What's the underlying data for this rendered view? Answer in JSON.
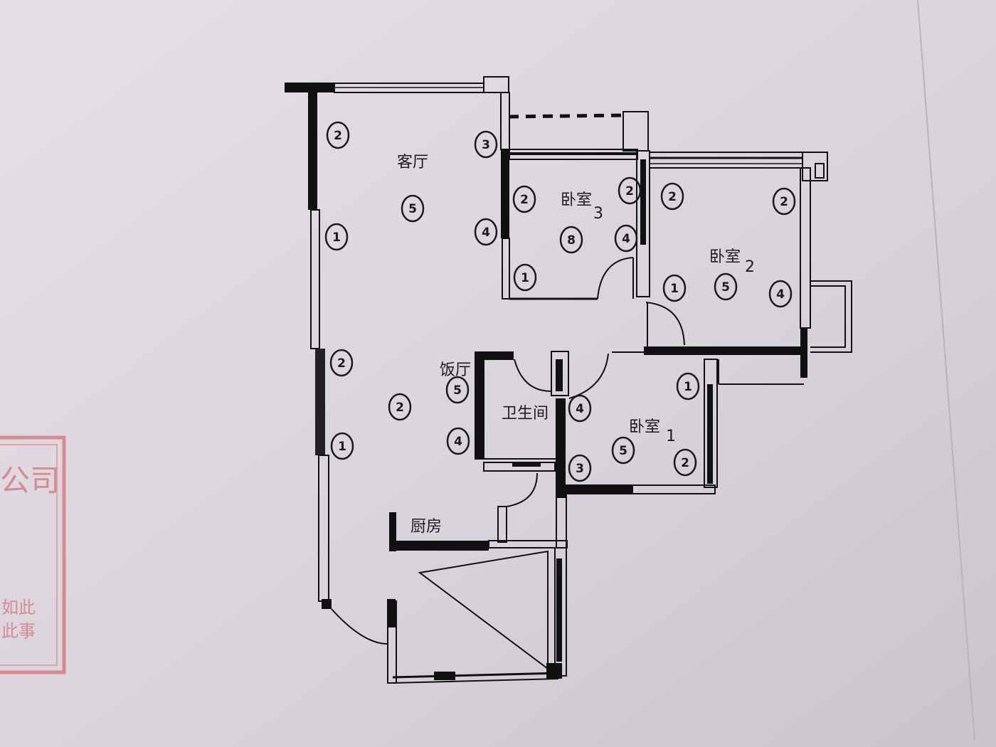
{
  "rooms": {
    "living": "客厅",
    "bedroom3": "卧室",
    "bedroom3_num": "3",
    "bedroom2": "卧室",
    "bedroom2_num": "2",
    "dining": "饭厅",
    "bathroom": "卫生间",
    "bedroom1": "卧室",
    "bedroom1_num": "1",
    "kitchen": "厨房"
  },
  "stamp": {
    "text": "公司",
    "line2": "如此",
    "line3": "此事"
  },
  "marks": [
    "2",
    "3",
    "5",
    "1",
    "4",
    "2",
    "2",
    "8",
    "4",
    "1",
    "2",
    "2",
    "1",
    "5",
    "4",
    "2",
    "5",
    "2",
    "4",
    "1",
    "4",
    "1",
    "5",
    "2",
    "3"
  ],
  "colors": {
    "paper": "#d9d4db",
    "wall": "#111111",
    "stamp": "#d98a8f"
  }
}
